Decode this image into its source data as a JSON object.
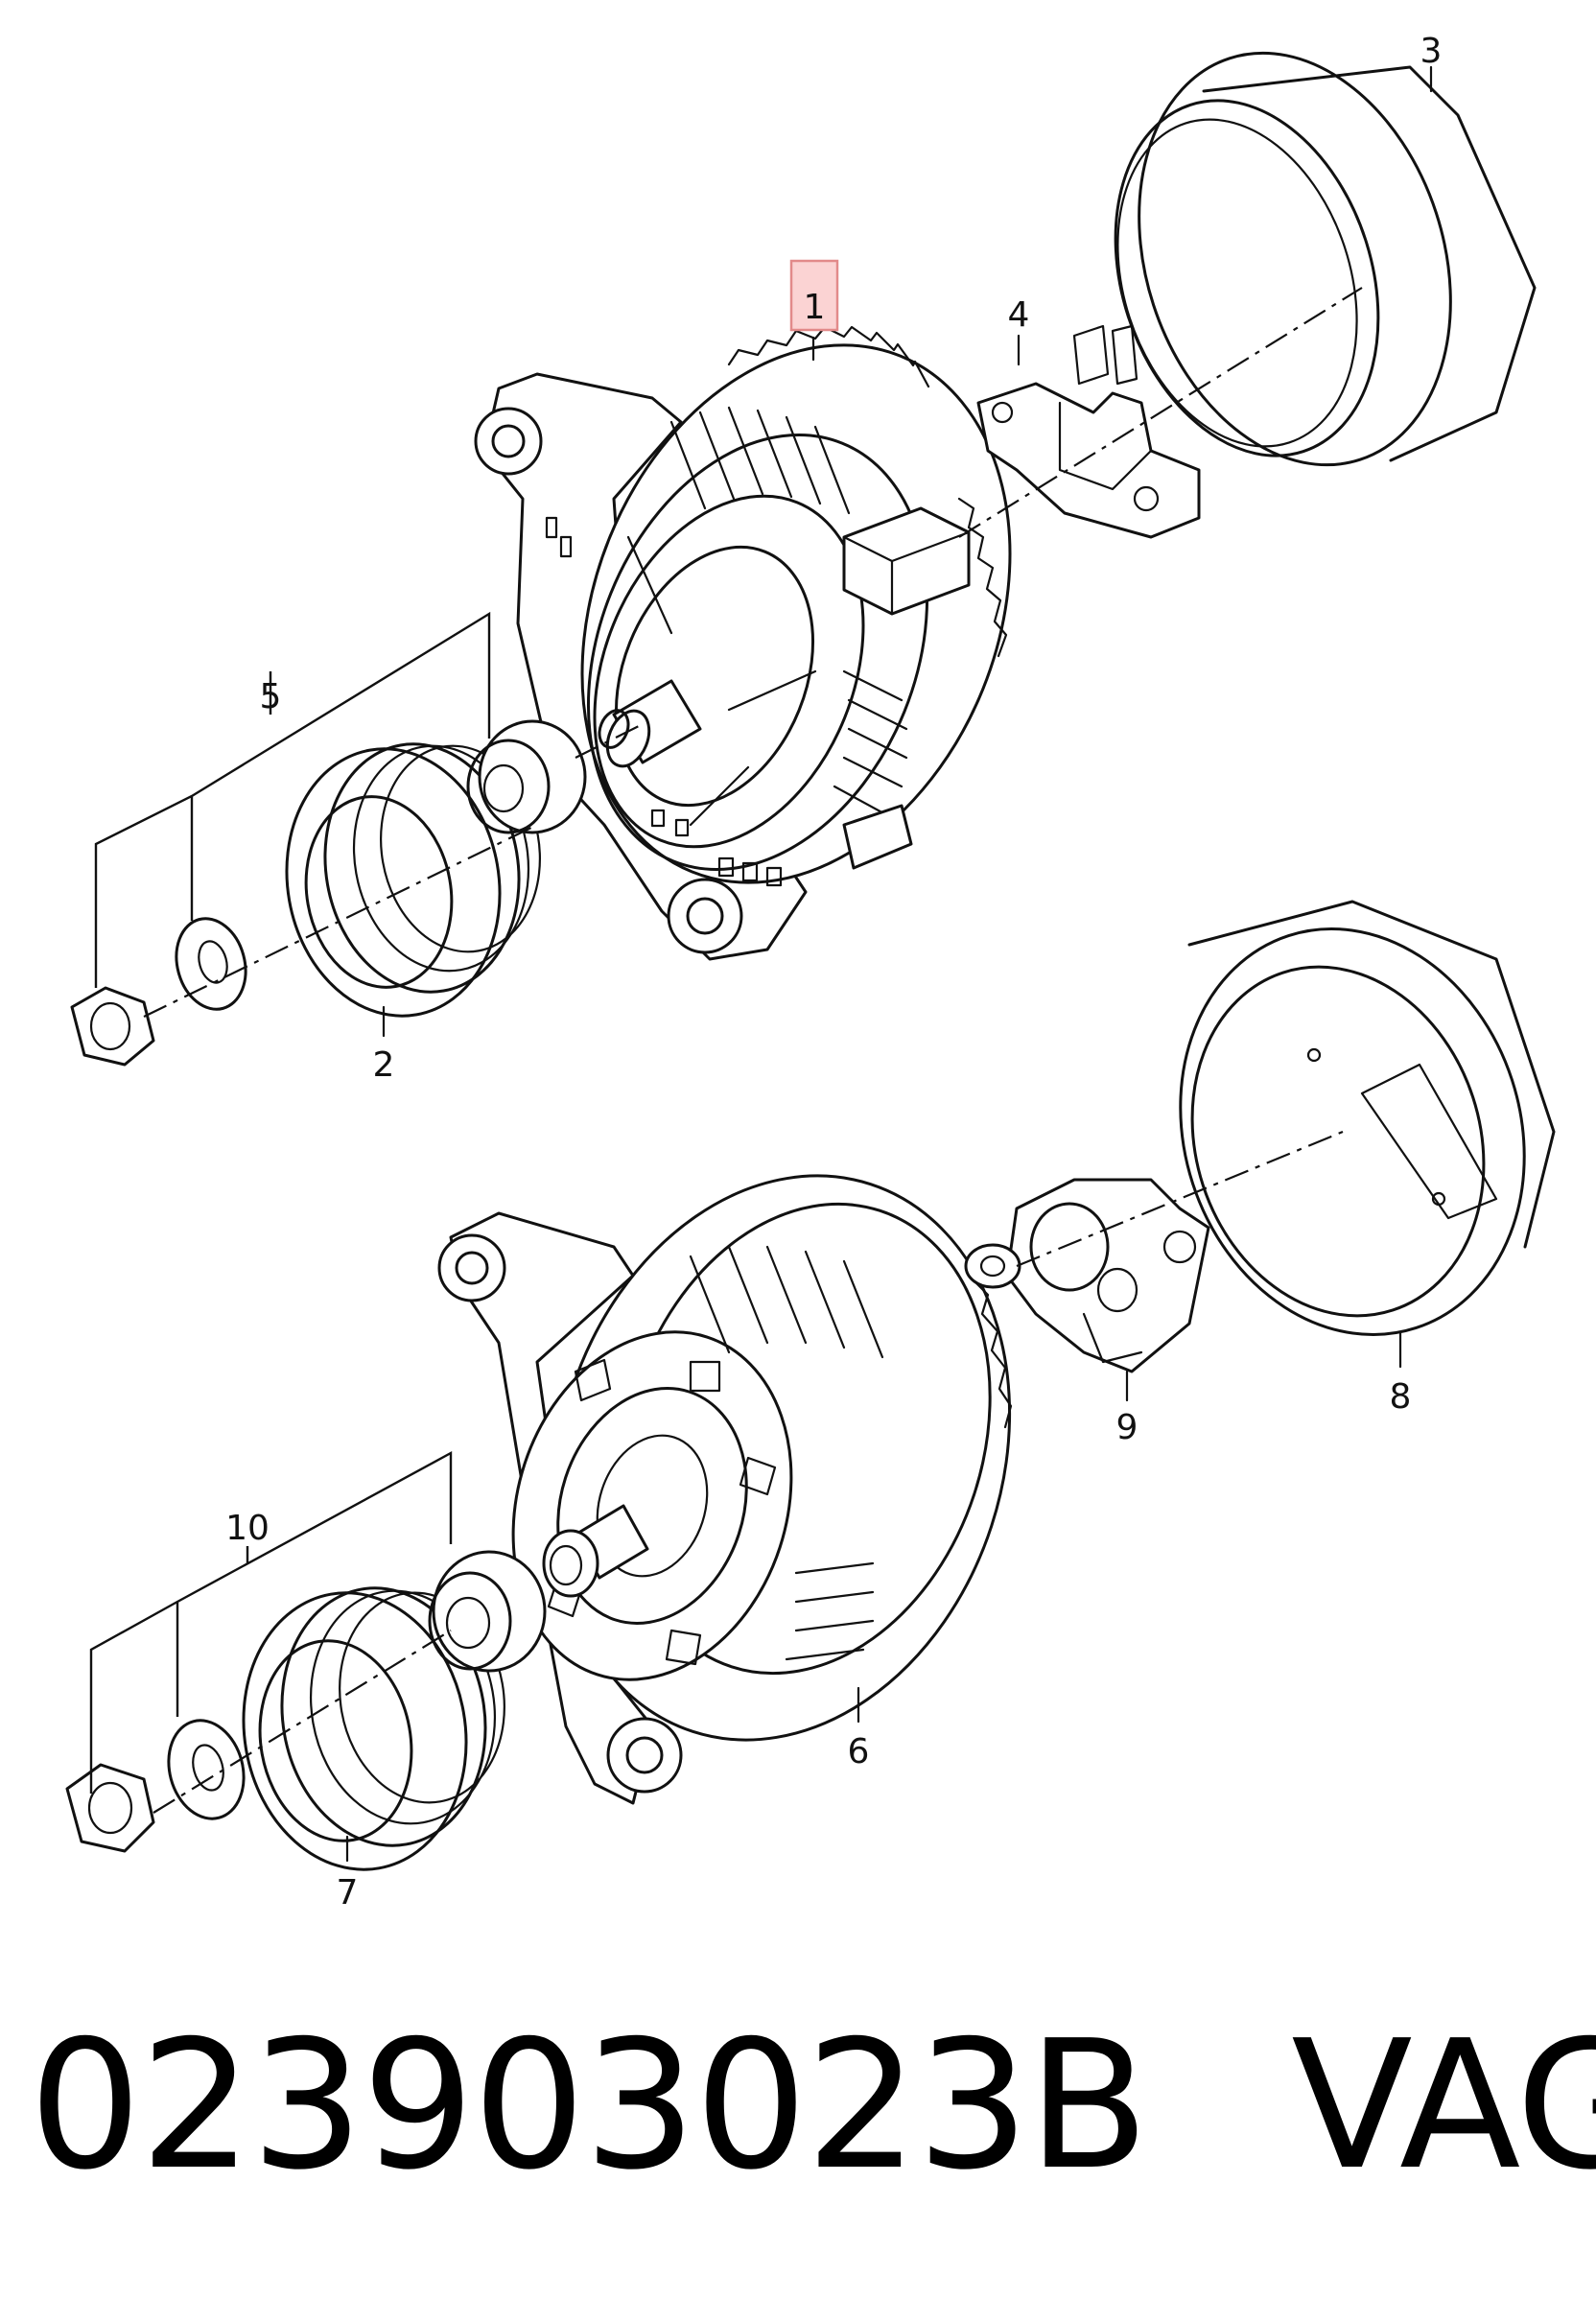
{
  "callouts": {
    "c1": "1",
    "c2": "2",
    "c3": "3",
    "c4": "4",
    "c5": "5",
    "c6": "6",
    "c7": "7",
    "c8": "8",
    "c9": "9",
    "c10": "10"
  },
  "highlighted_callout": "1",
  "caption": {
    "part_number": "023903023B",
    "manufacturer": "VAG"
  },
  "colors": {
    "line": "#111111",
    "highlight_fill": "#fbd3d3",
    "highlight_border": "#e28a8a"
  }
}
